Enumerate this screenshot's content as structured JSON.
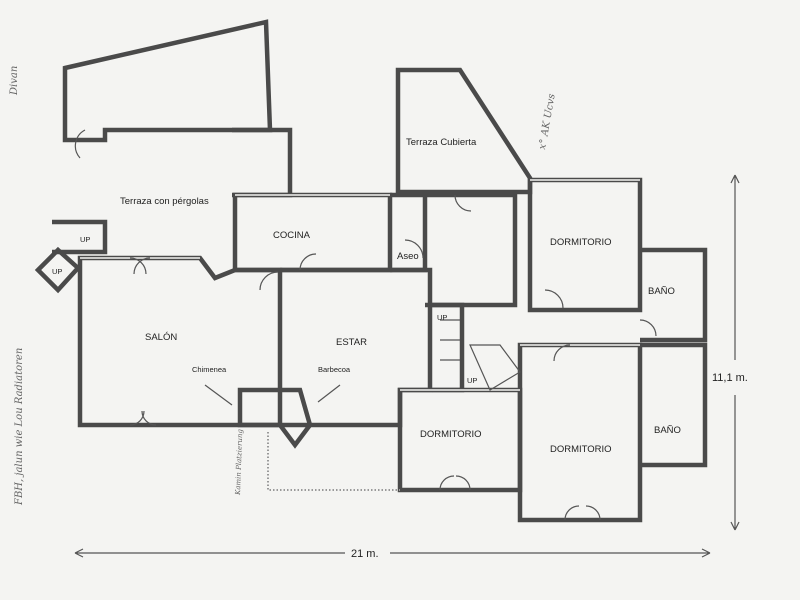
{
  "rooms": {
    "terraza_pergolas": "Terraza con pérgolas",
    "terraza_cubierta": "Terraza Cubierta",
    "cocina": "COCINA",
    "aseo": "Aseo",
    "salon": "SALÓN",
    "estar": "ESTAR",
    "chimenea": "Chimenea",
    "barbacoa": "Barbecoa",
    "dormitorio_1": "DORMITORIO",
    "dormitorio_2": "DORMITORIO",
    "dormitorio_3": "DORMITORIO",
    "bano_1": "BAÑO",
    "bano_2": "BAÑO"
  },
  "stairs": {
    "up_1": "UP",
    "up_2": "UP",
    "up_3": "UP",
    "up_4": "UP"
  },
  "dimensions": {
    "width": "21 m.",
    "height": "11,1 m."
  },
  "handwritten": {
    "left_note": "FBH, jalun wie Lou Radiatoren",
    "top_left_note": "Divan",
    "right_note": "x° AK Ucvs",
    "bottom_note": "Kamin Platzierung"
  }
}
